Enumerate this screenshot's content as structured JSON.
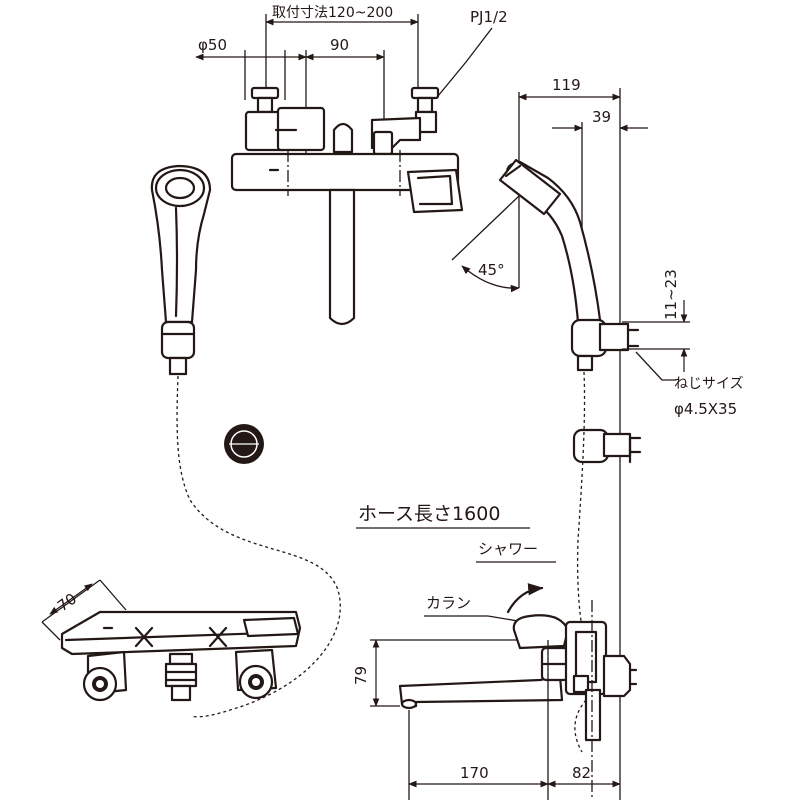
{
  "dimensions": {
    "mount_pitch": "取付寸法120~200",
    "pipe_diameter": "φ50",
    "center_90": "90",
    "thread": "PJ1/2",
    "depth_119": "119",
    "depth_39": "39",
    "angle": "45°",
    "screw_range": "11~23",
    "screw_size_label": "ねじサイズ",
    "screw_size_value": "φ4.5X35",
    "hose_length": "ホース長さ1600",
    "height_79": "79",
    "width_170": "170",
    "width_82": "82",
    "depth_70": "70"
  },
  "labels": {
    "shower": "シャワー",
    "spout": "カラン"
  },
  "colors": {
    "line": "#231815",
    "background": "#ffffff"
  }
}
